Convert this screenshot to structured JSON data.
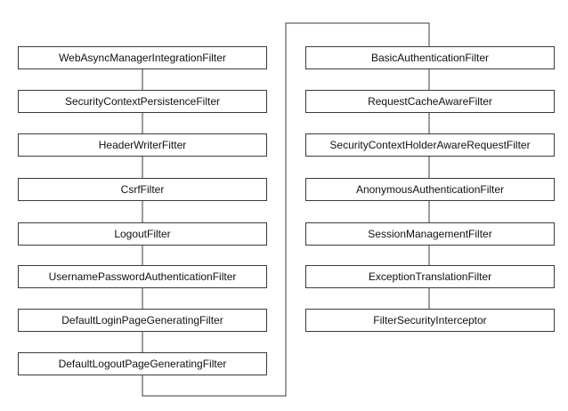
{
  "diagram": {
    "left_column": [
      "WebAsyncManagerIntegrationFilter",
      "SecurityContextPersistenceFilter",
      "HeaderWriterFitter",
      "CsrfFilter",
      "LogoutFilter",
      "UsernamePasswordAuthenticationFilter",
      "DefaultLoginPageGeneratingFilter",
      "DefaultLogoutPageGeneratingFilter"
    ],
    "right_column": [
      "BasicAuthenticationFilter",
      "RequestCacheAwareFilter",
      "SecurityContextHolderAwareRequestFilter",
      "AnonymousAuthenticationFilter",
      "SessionManagementFilter",
      "ExceptionTranslationFilter",
      "FilterSecurityInterceptor"
    ],
    "colors": {
      "border": "#3a3a3a",
      "text": "#111111",
      "background": "#ffffff"
    }
  }
}
